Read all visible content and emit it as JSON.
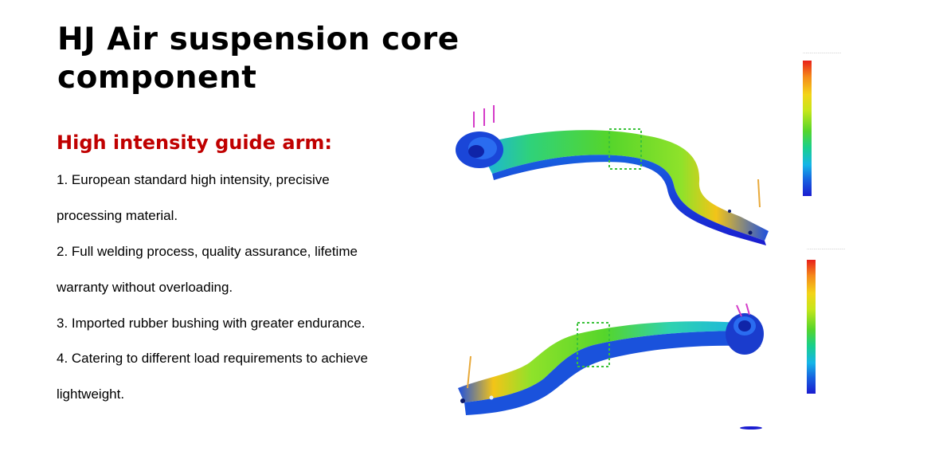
{
  "title_line1": "HJ Air suspension core",
  "title_line2": "component",
  "subtitle": "High intensity guide arm:",
  "paragraphs": [
    "1. European standard high intensity, precisive",
    "processing material.",
    "2. Full welding process, quality assurance, lifetime",
    "warranty without overloading.",
    "3. Imported rubber bushing with greater endurance.",
    "4. Catering to different load requirements to achieve",
    "lightweight."
  ],
  "colors": {
    "subtitle": "#c00000",
    "stress_high": "#e8201a",
    "stress_mid": "#55d52b",
    "stress_low": "#1a1cd0"
  }
}
